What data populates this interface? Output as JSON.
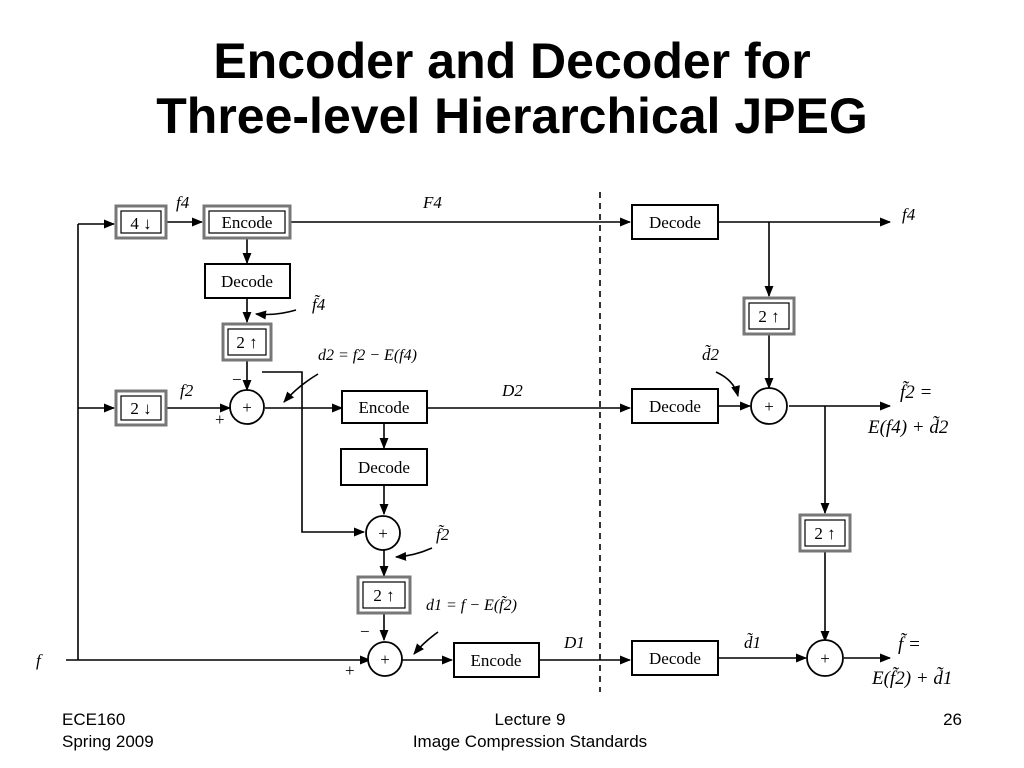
{
  "slide": {
    "title_line1": "Encoder and Decoder for",
    "title_line2": "Three-level Hierarchical JPEG"
  },
  "diagram": {
    "blocks": {
      "down4": "4 ↓",
      "down2": "2 ↓",
      "up2": "2 ↑",
      "encode": "Encode",
      "decode": "Decode"
    },
    "signals": {
      "f4": "f4",
      "f2": "f2",
      "f": "f",
      "F4": "F4",
      "D2": "D2",
      "D1": "D1",
      "f4_tilde": "f̃4",
      "f2_tilde": "f̃2",
      "d2_tilde": "d̃2",
      "d1_tilde": "d̃1",
      "out_f4": "f4",
      "plus": "+",
      "minus": "−",
      "sum": "+"
    },
    "equations": {
      "d2": "d2 = f2 − E(f4)",
      "d1": "d1 = f − E(f̃2)",
      "out_f2_line1": "f̃2 =",
      "out_f2_line2": "E(f4) + d̃2",
      "out_f_line1": "f̃ =",
      "out_f_line2": "E(f̃2) + d̃1"
    }
  },
  "footer": {
    "left_line1": "ECE160",
    "left_line2": "Spring 2009",
    "center_line1": "Lecture 9",
    "center_line2": "Image Compression Standards",
    "page_number": "26"
  }
}
